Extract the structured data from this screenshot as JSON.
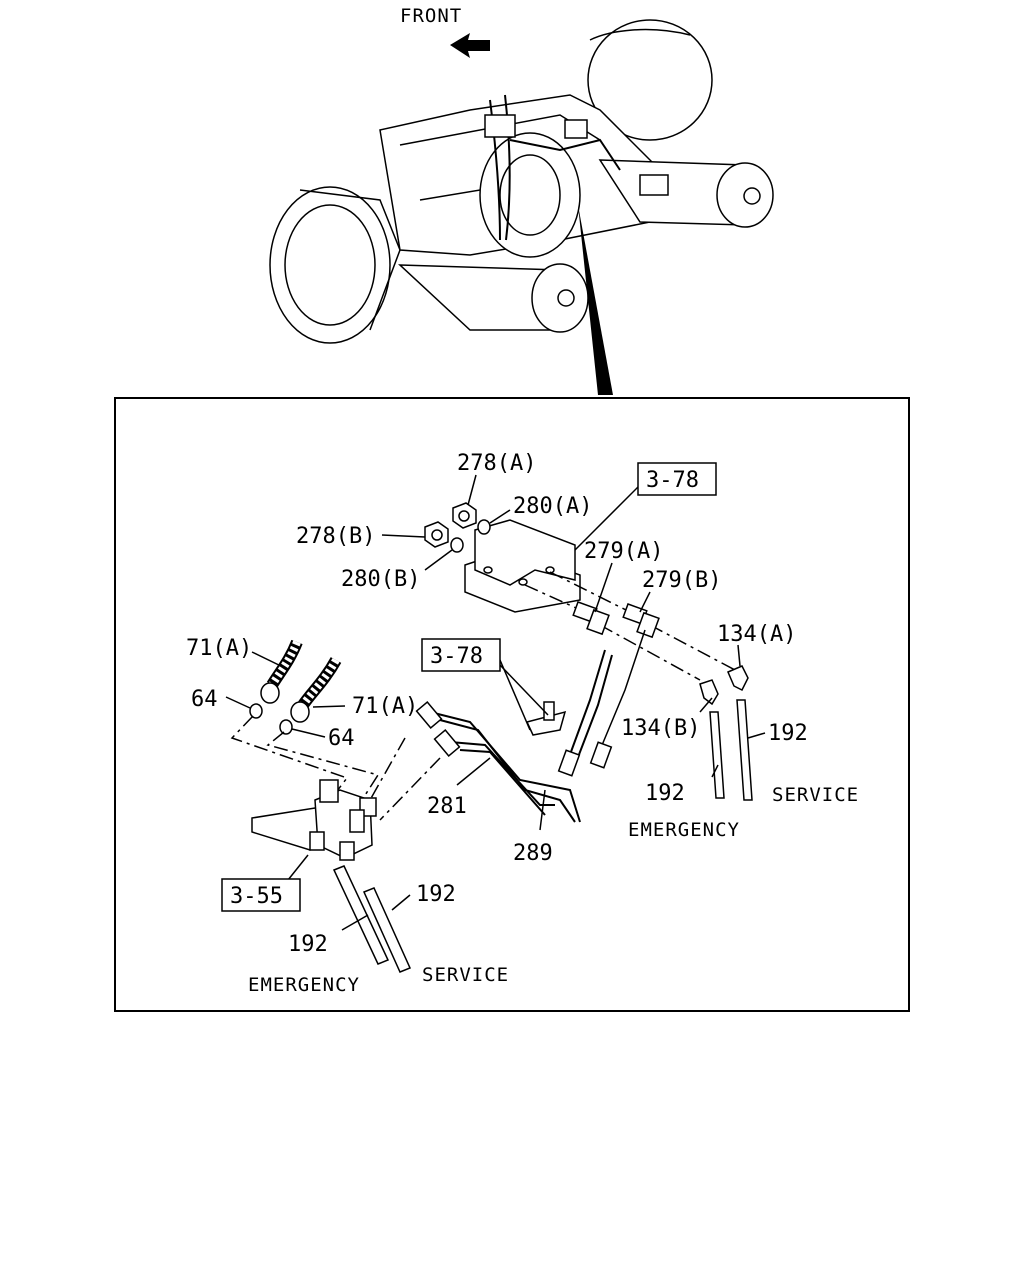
{
  "front_label": "FRONT",
  "ref_boxes": {
    "ref_top": "3-78",
    "ref_mid": "3-78",
    "ref_left": "3-55"
  },
  "labels": {
    "p278a": "278(A)",
    "p278b": "278(B)",
    "p280a": "280(A)",
    "p280b": "280(B)",
    "p279a": "279(A)",
    "p279b": "279(B)",
    "p134a": "134(A)",
    "p134b": "134(B)",
    "p71a_top": "71(A)",
    "p71a_mid": "71(A)",
    "p64_top": "64",
    "p64_mid": "64",
    "p281": "281",
    "p289": "289",
    "p192_r1": "192",
    "p192_r2": "192",
    "p192_l1": "192",
    "p192_l2": "192"
  },
  "line_labels": {
    "service_right": "SERVICE",
    "emergency_right": "EMERGENCY",
    "service_left": "SERVICE",
    "emergency_left": "EMERGENCY"
  }
}
